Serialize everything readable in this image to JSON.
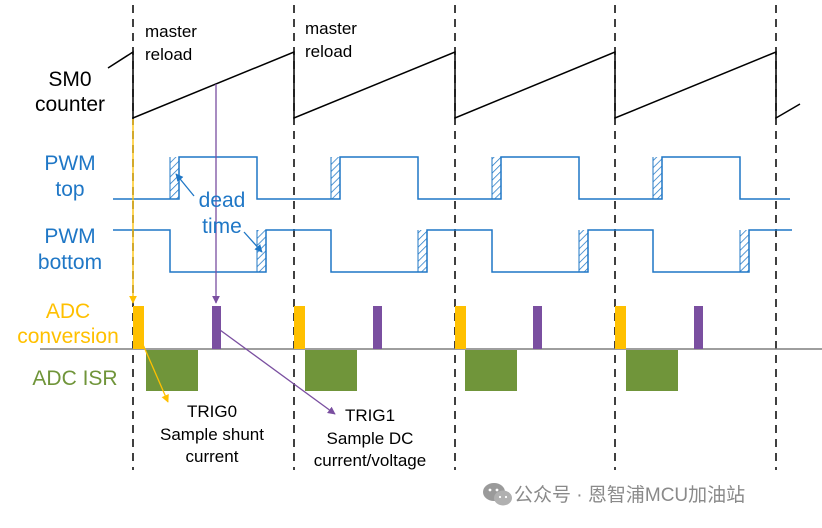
{
  "labels": {
    "master_reload_1_line1": "master",
    "master_reload_1_line2": "reload",
    "master_reload_2_line1": "master",
    "master_reload_2_line2": "reload",
    "sm0_line1": "SM0",
    "sm0_line2": "counter",
    "pwm_top_line1": "PWM",
    "pwm_top_line2": "top",
    "pwm_bottom_line1": "PWM",
    "pwm_bottom_line2": "bottom",
    "dead_time_line1": "dead",
    "dead_time_line2": "time",
    "adc_conv_line1": "ADC",
    "adc_conv_line2": "conversion",
    "adc_isr": "ADC ISR",
    "trig0_line1": "TRIG0",
    "trig0_line2": "Sample shunt",
    "trig0_line3": "current",
    "trig1_line1": "TRIG1",
    "trig1_line2": "Sample DC",
    "trig1_line3": "current/voltage",
    "watermark": "公众号 · 恩智浦MCU加油站"
  },
  "colors": {
    "black": "#000000",
    "pwm_blue": "#1f77c6",
    "adc_yellow": "#ffc000",
    "trig1_purple": "#7a4fa0",
    "isr_green": "#70953a",
    "axis_gray": "#7f7f7f",
    "watermark_gray": "#8a8a8a"
  },
  "icons": {
    "watermark_icon": "wechat-logo-icon"
  }
}
